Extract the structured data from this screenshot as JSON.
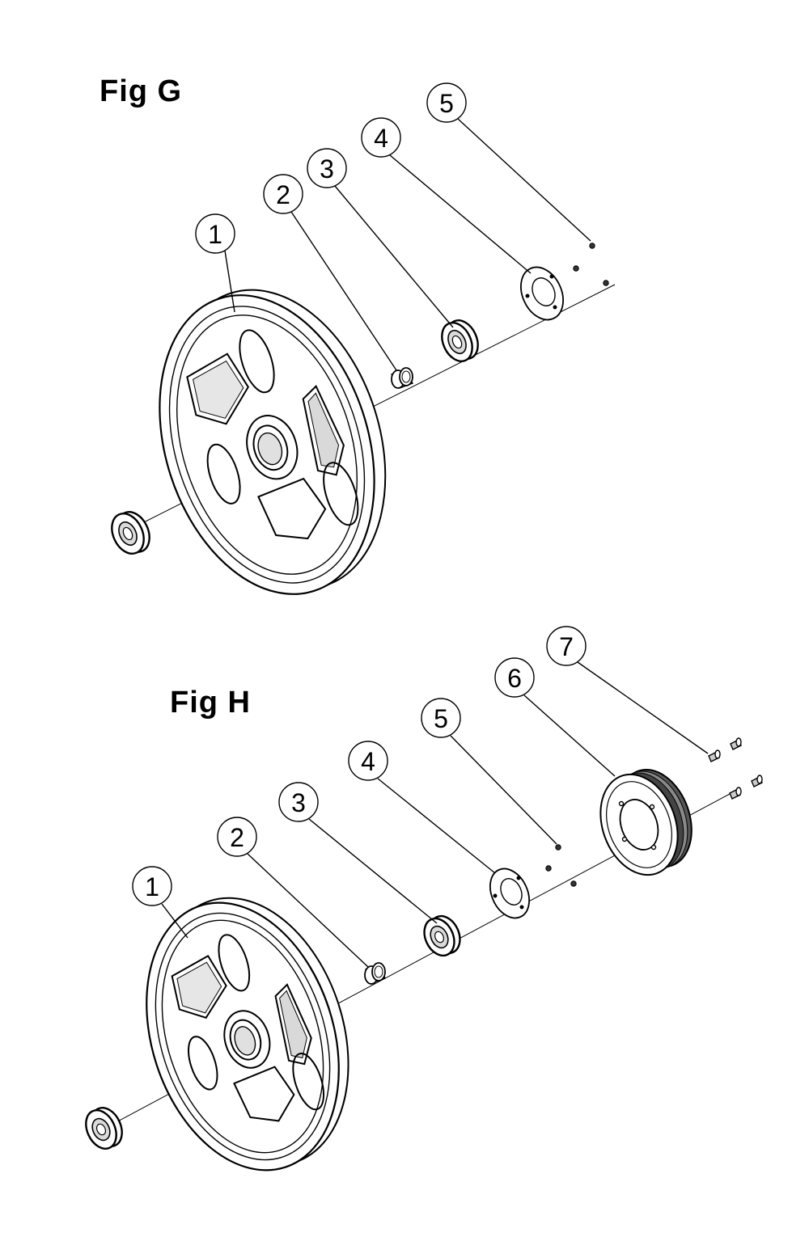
{
  "figures": [
    {
      "title": "Fig G",
      "callouts": [
        "1",
        "2",
        "3",
        "4",
        "5"
      ]
    },
    {
      "title": "Fig H",
      "callouts": [
        "1",
        "2",
        "3",
        "4",
        "5",
        "6",
        "7"
      ]
    }
  ],
  "colors": {
    "line": "#000000",
    "background": "#ffffff",
    "shade": "#d9d9d9"
  }
}
